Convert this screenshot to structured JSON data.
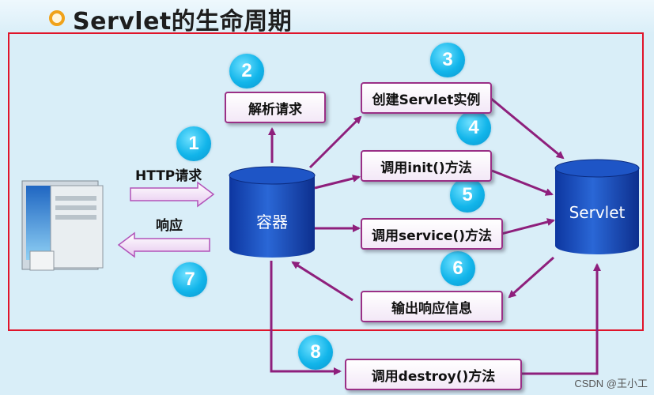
{
  "title": "Servlet的生命周期",
  "steps": {
    "s1": "1",
    "s2": "2",
    "s3": "3",
    "s4": "4",
    "s5": "5",
    "s6": "6",
    "s7": "7",
    "s8": "8"
  },
  "boxes": {
    "parse_request": "解析请求",
    "create_instance": "创建Servlet实例",
    "call_init": "调用init()方法",
    "call_service": "调用service()方法",
    "output_response": "输出响应信息",
    "call_destroy": "调用destroy()方法"
  },
  "labels": {
    "http_request": "HTTP请求",
    "response": "响应"
  },
  "cylinders": {
    "container": "容器",
    "servlet": "Servlet"
  },
  "watermark": "CSDN @王小工",
  "colors": {
    "arrow": "#8e1f7c",
    "cylinder": "#1546b8",
    "frame": "#e0142a",
    "badge": "#12b5ea"
  },
  "icons": [
    "computer-icon"
  ]
}
